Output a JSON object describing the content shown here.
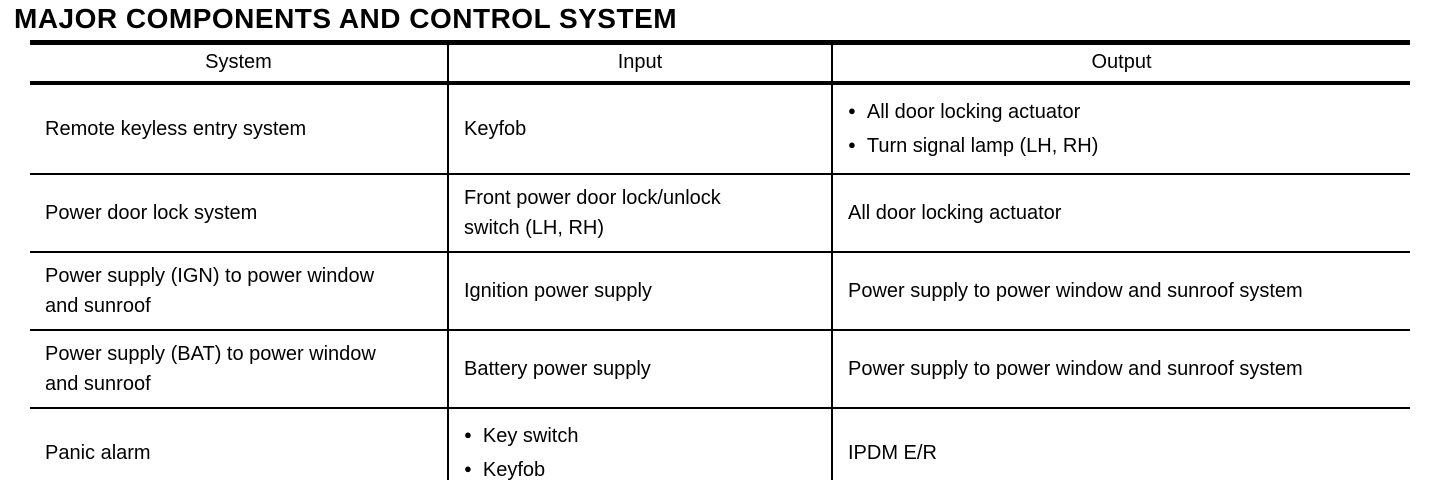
{
  "title": "MAJOR COMPONENTS AND CONTROL SYSTEM",
  "icons": {
    "bullet": "●"
  },
  "table": {
    "headers": {
      "system": "System",
      "input": "Input",
      "output": "Output"
    },
    "rows": [
      {
        "system": "Remote keyless entry system",
        "input": "Keyfob",
        "output_items": [
          "All door locking actuator",
          "Turn signal lamp (LH, RH)"
        ]
      },
      {
        "system": "Power door lock system",
        "input": "Front power door lock/unlock switch (LH, RH)",
        "output": "All door locking actuator"
      },
      {
        "system": "Power supply (IGN) to power window and sunroof",
        "input": "Ignition power supply",
        "output": "Power supply to power window and sunroof system"
      },
      {
        "system": "Power supply (BAT) to power window and sunroof",
        "input": "Battery power supply",
        "output": "Power supply to power window and sunroof system"
      },
      {
        "system": "Panic alarm",
        "input_items": [
          "Key switch",
          "Keyfob"
        ],
        "output": "IPDM E/R"
      }
    ]
  },
  "colors": {
    "ink": "#000000",
    "paper": "#ffffff"
  }
}
